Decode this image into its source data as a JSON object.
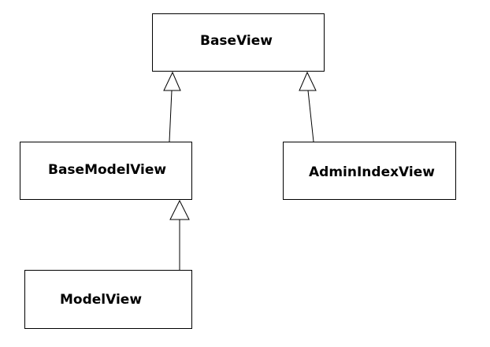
{
  "diagram": {
    "classes": {
      "base_view": "BaseView",
      "base_model_view": "BaseModelView",
      "admin_index_view": "AdminIndexView",
      "model_view": "ModelView"
    },
    "relations": [
      {
        "from": "BaseModelView",
        "to": "BaseView",
        "kind": "inheritance"
      },
      {
        "from": "AdminIndexView",
        "to": "BaseView",
        "kind": "inheritance"
      },
      {
        "from": "ModelView",
        "to": "BaseModelView",
        "kind": "inheritance"
      }
    ],
    "colors": {
      "line": "#000000",
      "fill": "#ffffff"
    }
  }
}
